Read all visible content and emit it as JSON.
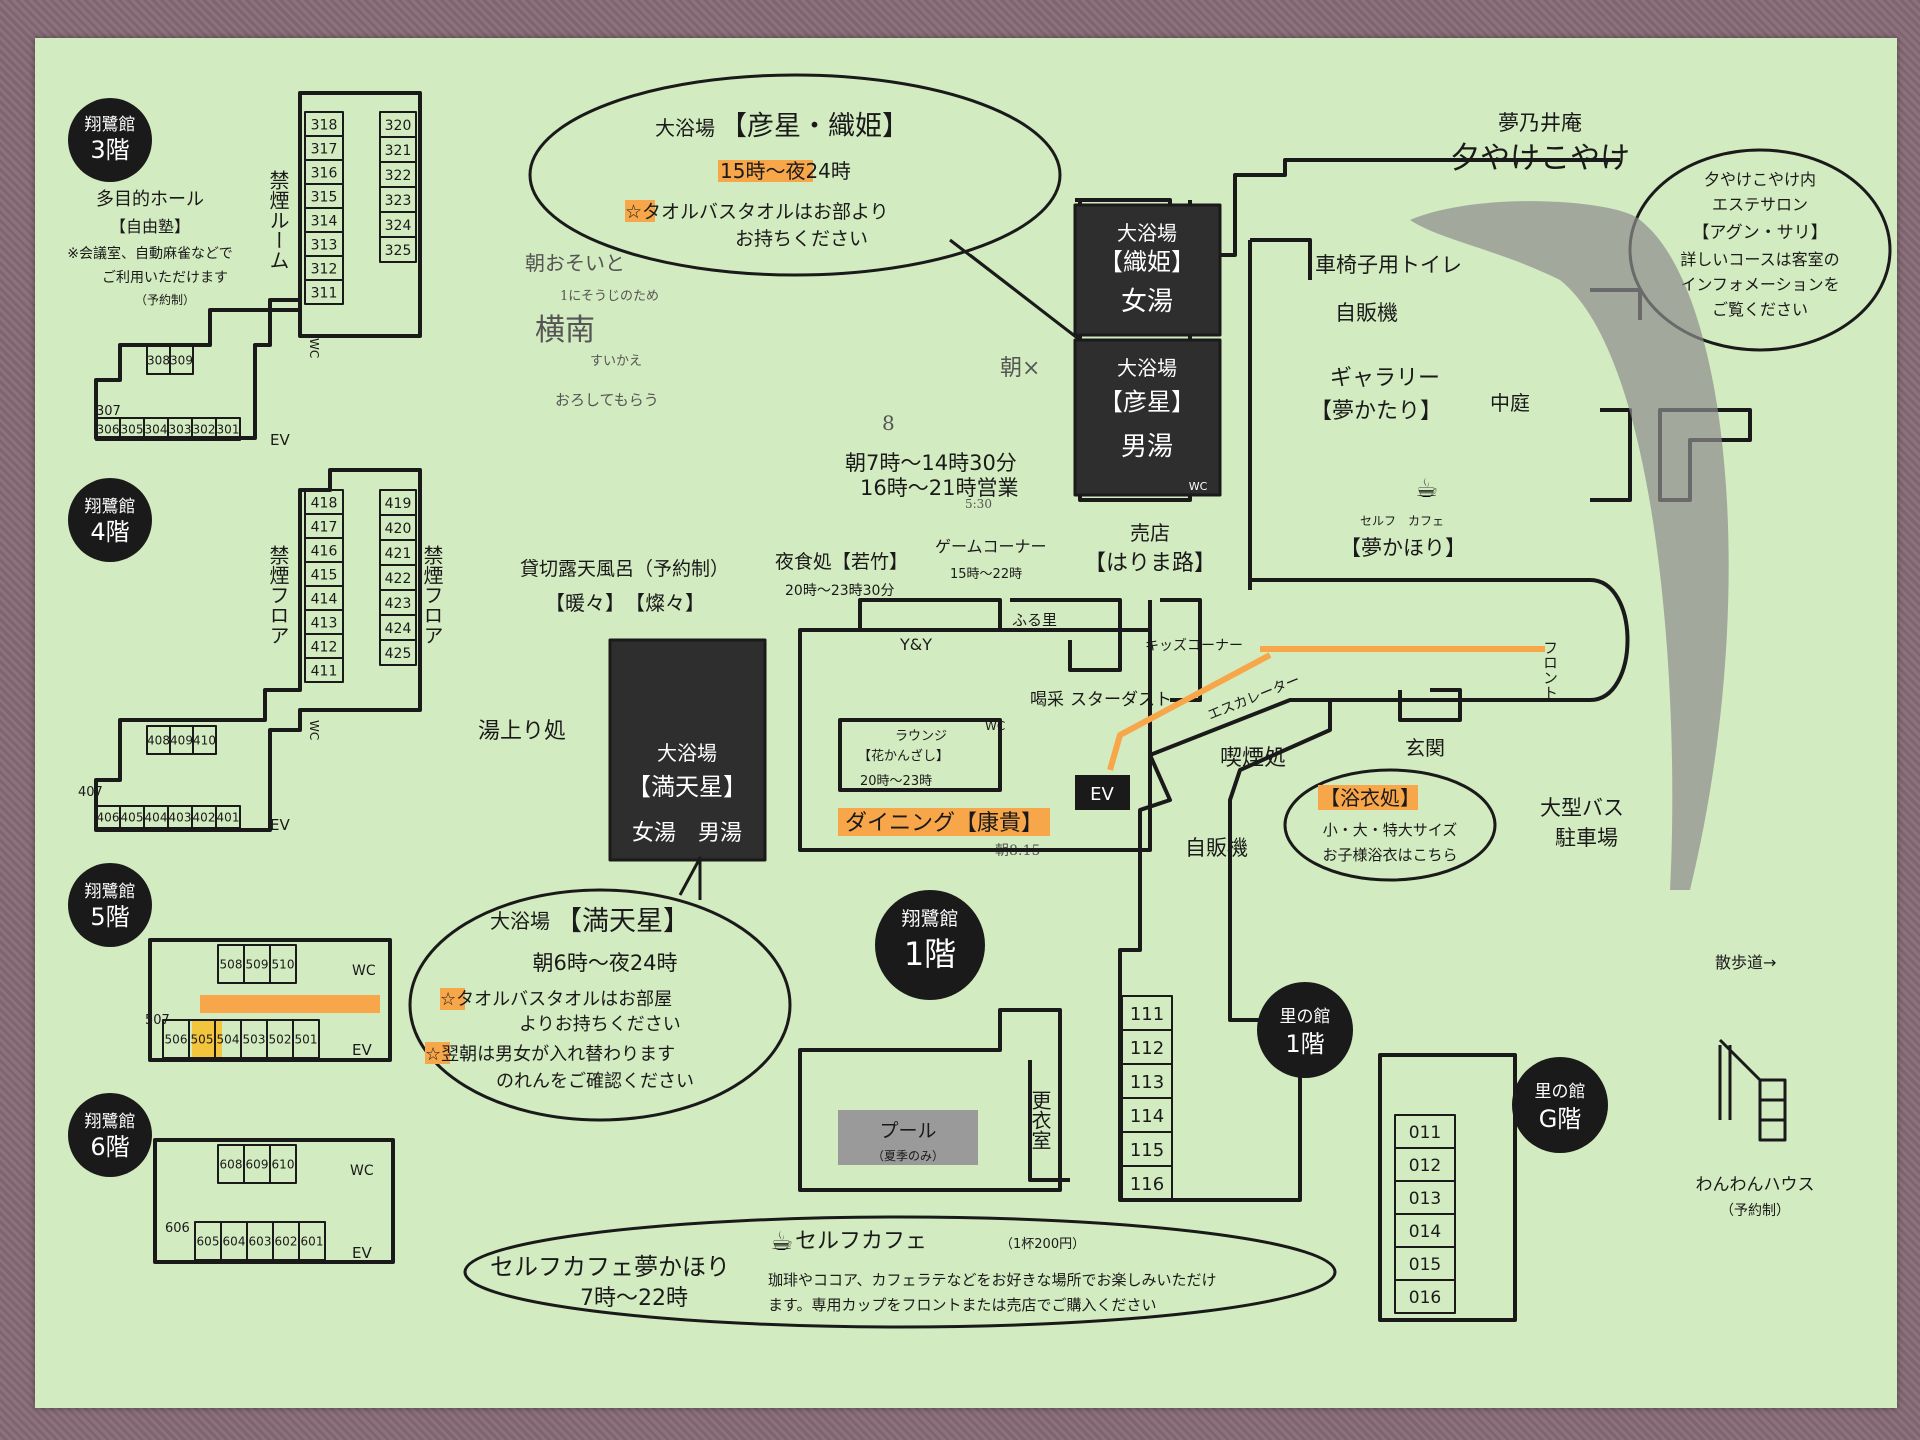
{
  "floors": {
    "f3": {
      "label1": "翔鷺館",
      "label2": "3階",
      "rooms_left": [
        "318",
        "317",
        "316",
        "315",
        "314",
        "313",
        "312",
        "311"
      ],
      "rooms_right": [
        "320",
        "321",
        "322",
        "323",
        "324",
        "325"
      ],
      "rooms_bottom": [
        "306",
        "305",
        "304",
        "303",
        "302",
        "301"
      ],
      "rooms_mid": [
        "308",
        "309"
      ],
      "room_corner": "307",
      "nosmoke": "禁煙ルーム",
      "wc": "WC",
      "ev": "EV",
      "hall_title": "多目的ホール",
      "hall_name": "【自由塾】",
      "hall_note1": "※会議室、自動麻雀などで",
      "hall_note2": "ご利用いただけます",
      "hall_note3": "（予約制）"
    },
    "f4": {
      "label1": "翔鷺館",
      "label2": "4階",
      "rooms_left": [
        "418",
        "417",
        "416",
        "415",
        "414",
        "413",
        "412",
        "411"
      ],
      "rooms_right": [
        "419",
        "420",
        "421",
        "422",
        "423",
        "424",
        "425"
      ],
      "rooms_bottom": [
        "406",
        "405",
        "404",
        "403",
        "402",
        "401"
      ],
      "rooms_mid": [
        "408",
        "409",
        "410"
      ],
      "room_corner": "407",
      "nosmoke_floor": "禁煙フロア",
      "wc": "WC",
      "ev": "EV"
    },
    "f5": {
      "label1": "翔鷺館",
      "label2": "5階",
      "rooms_top": [
        "508",
        "509",
        "510"
      ],
      "rooms_bottom": [
        "506",
        "505",
        "504",
        "503",
        "502",
        "501"
      ],
      "room_corner": "507",
      "wc": "WC",
      "ev": "EV"
    },
    "f6": {
      "label1": "翔鷺館",
      "label2": "6階",
      "rooms_top": [
        "608",
        "609",
        "610"
      ],
      "rooms_bottom": [
        "605",
        "604",
        "603",
        "602",
        "601"
      ],
      "room_corner": "606",
      "wc": "WC",
      "ev": "EV"
    }
  },
  "bath_hikoboshi": {
    "title_pre": "大浴場",
    "title": "【彦星・織姫】",
    "hours": "15時～夜24時",
    "note1": "☆タオルバスタオルはお部より",
    "note2": "お持ちください"
  },
  "bath_orihime_room": {
    "l1": "大浴場",
    "l2": "【織姫】",
    "l3": "女湯"
  },
  "bath_hikoboshi_room": {
    "l1": "大浴場",
    "l2": "【彦星】",
    "l3": "男湯"
  },
  "bath_mantensei_room": {
    "l1": "大浴場",
    "l2": "【満天星】",
    "l3": "女湯　男湯"
  },
  "bath_mantensei": {
    "title_pre": "大浴場",
    "title": "【満天星】",
    "hours": "朝6時～夜24時",
    "note1": "☆タオルバスタオルはお部屋",
    "note2": "よりお持ちください",
    "note3": "☆翌朝は男女が入れ替わります",
    "note4": "のれんをご確認ください"
  },
  "handwriting": {
    "h1": "朝おそいと",
    "h2": "1にそうじのため",
    "h3": "横南",
    "h4": "すいかえ",
    "h5": "おろしてもらう",
    "h6": "朝×",
    "h7": "8",
    "h8": "5:30",
    "h9": "朝8:15"
  },
  "shop": {
    "hours1": "朝7時～14時30分",
    "hours2": "16時～21時営業",
    "title": "売店",
    "name": "【はりま路】"
  },
  "yumenoian": {
    "l1": "夢乃井庵",
    "l2": "夕やけこやけ"
  },
  "esthe": {
    "l1": "夕やけこやけ内",
    "l2": "エステサロン",
    "l3": "【アグン・サリ】",
    "l4": "詳しいコースは客室の",
    "l5": "インフォメーションを",
    "l6": "ご覧ください"
  },
  "labels": {
    "wheelchair_toilet": "車椅子用トイレ",
    "vending1": "自販機",
    "gallery": "ギャラリー",
    "gallery_name": "【夢かたり】",
    "courtyard": "中庭",
    "cafe_small": "セルフ　カフェ",
    "cafe_name": "【夢かほり】",
    "private_bath": "貸切露天風呂（予約制）",
    "private_bath_names": "【暖々】　【燦々】",
    "yashokudokoro": "夜食処【若竹】",
    "yashoku_hours": "20時～23時30分",
    "game": "ゲームコーナー",
    "game_hours": "15時～22時",
    "yy": "Y&Y",
    "furusato": "ふる里",
    "kassai": "喝采",
    "stardust": "スターダスト",
    "kids": "キッズコーナー",
    "front": "フロント",
    "escalator": "エスカレーター",
    "smoking": "喫煙処",
    "entrance": "玄関",
    "yuagari": "湯上り処",
    "lounge": "ラウンジ",
    "lounge_name": "【花かんざし】",
    "lounge_hours": "20時～23時",
    "dining": "ダイニング【康貴】",
    "ev": "EV",
    "wc": "WC",
    "vending2": "自販機",
    "yukata_title": "【浴衣処】",
    "yukata1": "小・大・特大サイズ",
    "yukata2": "お子様浴衣はこちら",
    "bus1": "大型バス",
    "bus2": "駐車場",
    "walk": "散歩道→",
    "wanwan": "わんわんハウス",
    "wanwan_note": "（予約制）",
    "pool": "プール",
    "pool_note": "（夏季のみ）",
    "changing": "更衣室",
    "main_floor1": "翔鷺館",
    "main_floor2": "1階",
    "sato1_a": "里の館",
    "sato1_b": "1階",
    "satoG_a": "里の館",
    "satoG_b": "G階"
  },
  "rooms_sato1": [
    "111",
    "112",
    "113",
    "114",
    "115",
    "116"
  ],
  "rooms_satoG": [
    "011",
    "012",
    "013",
    "014",
    "015",
    "016"
  ],
  "selfcafe": {
    "title": "セルフカフェ夢かほり",
    "hours": "7時～22時",
    "heading": "セルフカフェ",
    "price": "（1杯200円）",
    "desc1": "珈琲やココア、カフェラテなどをお好きな場所でお楽しみいただけ",
    "desc2": "ます。専用カップをフロントまたは売店でご購入ください"
  }
}
